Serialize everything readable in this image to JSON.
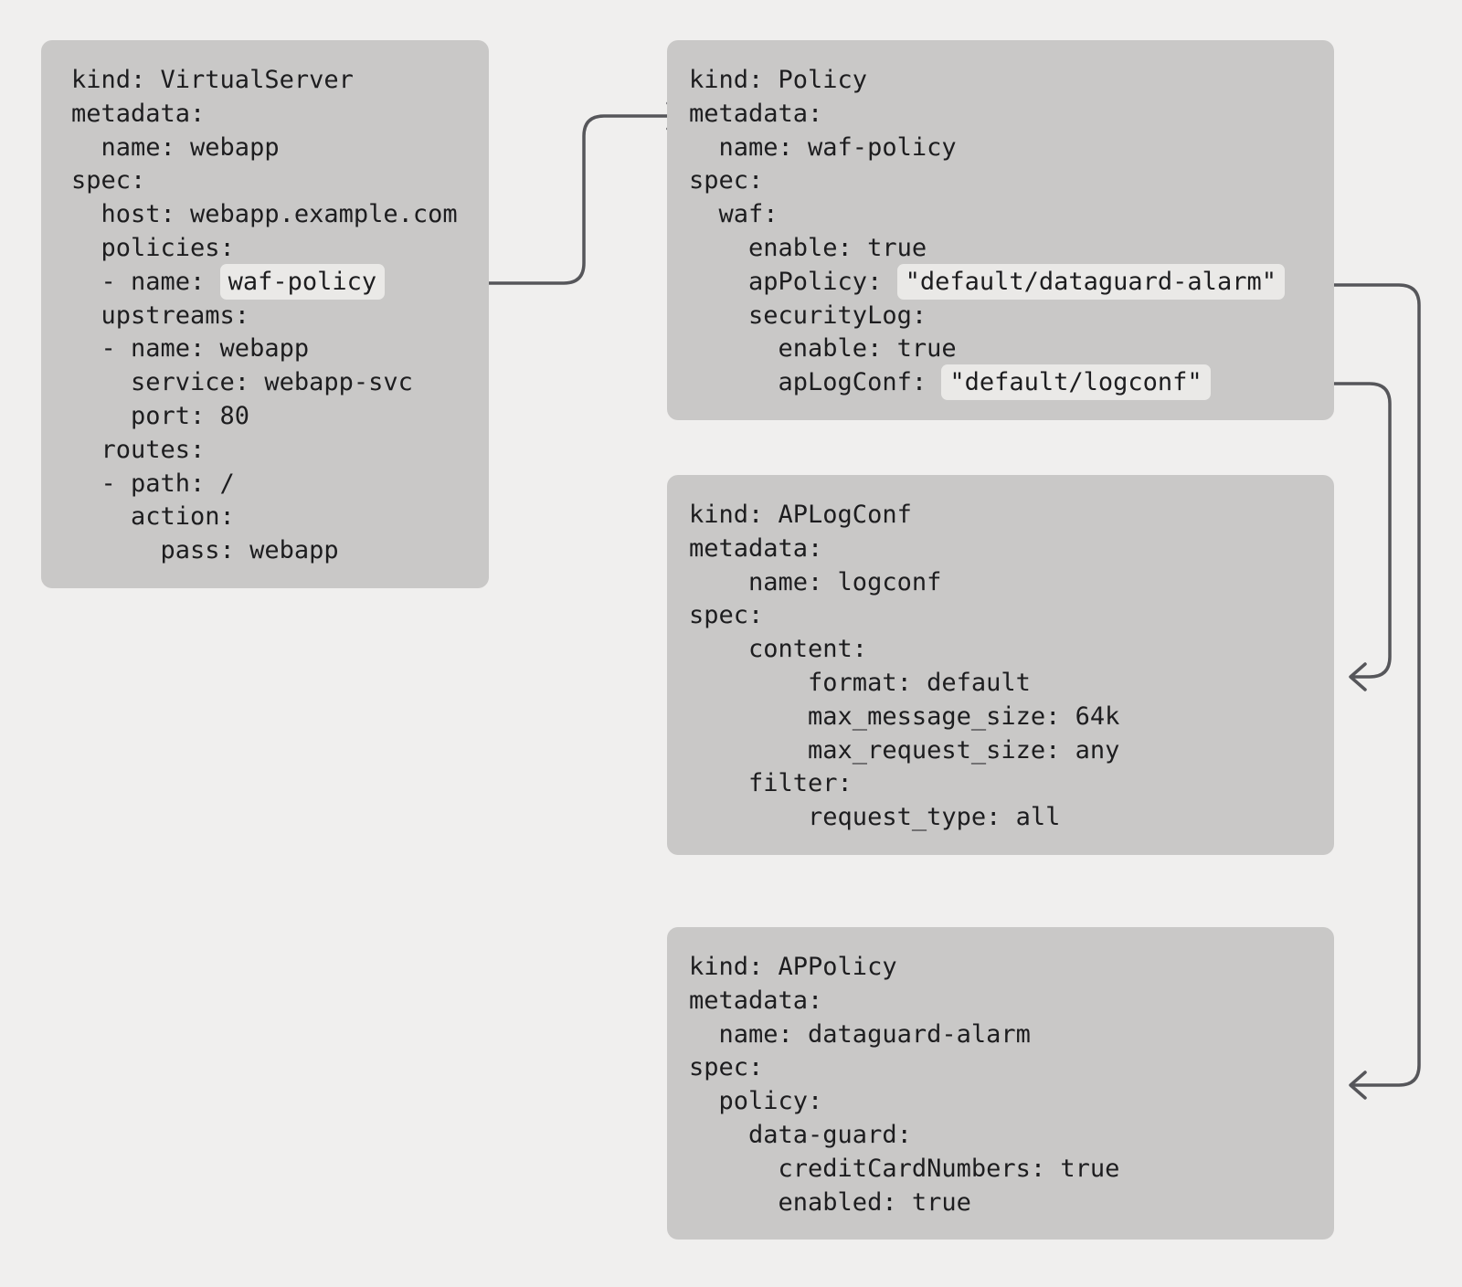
{
  "colors": {
    "page_bg": "#f0efee",
    "card_bg": "#c9c8c7",
    "highlight_bg": "#eae9e7",
    "text": "#1d1d1f",
    "arrow": "#56565a"
  },
  "boxes": [
    {
      "kind": "VirtualServer",
      "lines": [
        {
          "t": "kind: VirtualServer"
        },
        {
          "t": "metadata:"
        },
        {
          "t": "  name: webapp"
        },
        {
          "t": "spec:"
        },
        {
          "t": "  host: webapp.example.com"
        },
        {
          "t": "  policies:"
        },
        {
          "pre": "  - name: ",
          "hl": "waf-policy"
        },
        {
          "t": "  upstreams:"
        },
        {
          "t": "  - name: webapp"
        },
        {
          "t": "    service: webapp-svc"
        },
        {
          "t": "    port: 80"
        },
        {
          "t": "  routes:"
        },
        {
          "t": "  - path: /"
        },
        {
          "t": "    action:"
        },
        {
          "t": "      pass: webapp"
        }
      ]
    },
    {
      "kind": "Policy",
      "lines": [
        {
          "t": "kind: Policy"
        },
        {
          "t": "metadata:"
        },
        {
          "t": "  name: waf-policy"
        },
        {
          "t": "spec:"
        },
        {
          "t": "  waf:"
        },
        {
          "t": "    enable: true"
        },
        {
          "pre": "    apPolicy: ",
          "hl": "\"default/dataguard-alarm\""
        },
        {
          "t": "    securityLog:"
        },
        {
          "t": "      enable: true"
        },
        {
          "pre": "      apLogConf: ",
          "hl": "\"default/logconf\""
        }
      ]
    },
    {
      "kind": "APLogConf",
      "lines": [
        {
          "t": "kind: APLogConf"
        },
        {
          "t": "metadata:"
        },
        {
          "t": "    name: logconf"
        },
        {
          "t": "spec:"
        },
        {
          "t": "    content:"
        },
        {
          "t": "        format: default"
        },
        {
          "t": "        max_message_size: 64k"
        },
        {
          "t": "        max_request_size: any"
        },
        {
          "t": "    filter:"
        },
        {
          "t": "        request_type: all"
        }
      ]
    },
    {
      "kind": "APPolicy",
      "lines": [
        {
          "t": "kind: APPolicy"
        },
        {
          "t": "metadata:"
        },
        {
          "t": "  name: dataguard-alarm"
        },
        {
          "t": "spec:"
        },
        {
          "t": "  policy:"
        },
        {
          "t": "    data-guard:"
        },
        {
          "t": "      creditCardNumbers: true"
        },
        {
          "t": "      enabled: true"
        }
      ]
    }
  ]
}
